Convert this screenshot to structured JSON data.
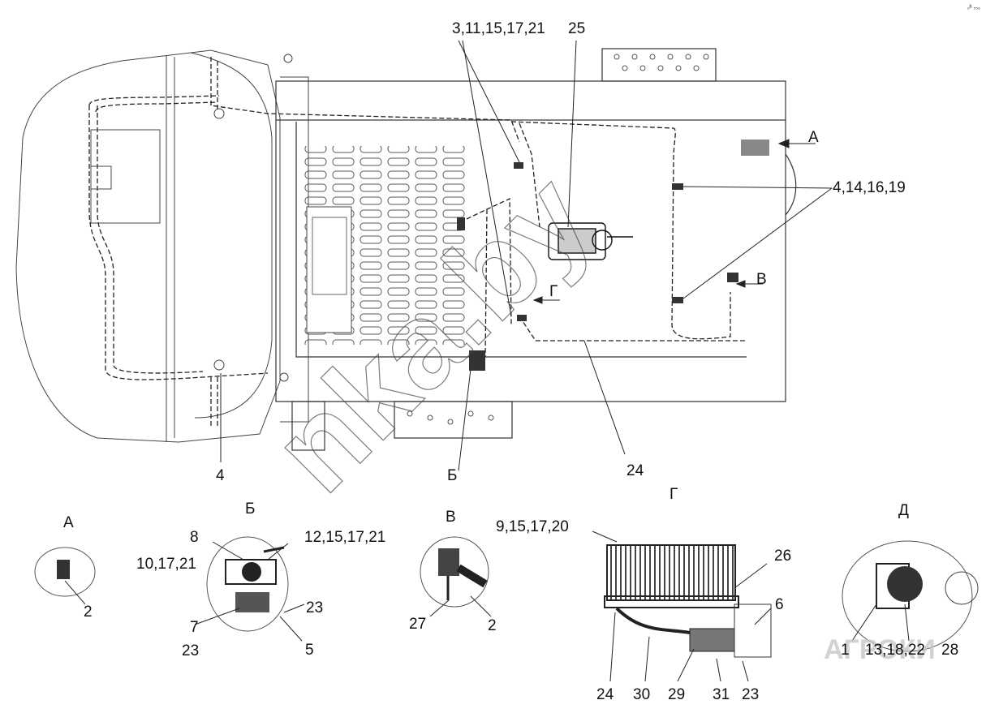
{
  "corner_code": "ₒᴮ ₅₅₆",
  "watermark": "nka.by",
  "logo_text": "АГРОКИ",
  "main_view": {
    "labels": {
      "l_3_11": "3,11,15,17,21",
      "l_25": "25",
      "l_A_arrow": "А",
      "l_4_14": "4,14,16,19",
      "l_G_arrow": "Г",
      "l_V_arrow": "В",
      "l_4": "4",
      "l_B_bottom": "Б",
      "l_24": "24"
    }
  },
  "views": {
    "A": {
      "title": "А",
      "labels": [
        "2"
      ]
    },
    "B": {
      "title": "Б",
      "labels": [
        "8",
        "10,17,21",
        "12,15,17,21",
        "23",
        "7",
        "23",
        "5"
      ]
    },
    "V": {
      "title": "В",
      "labels": [
        "27",
        "2"
      ]
    },
    "G": {
      "title": "Г",
      "labels": [
        "9,15,17,20",
        "26",
        "6",
        "24",
        "30",
        "29",
        "31",
        "23"
      ]
    },
    "D": {
      "title": "Д",
      "labels": [
        "1",
        "13,18,22",
        "28"
      ]
    }
  }
}
